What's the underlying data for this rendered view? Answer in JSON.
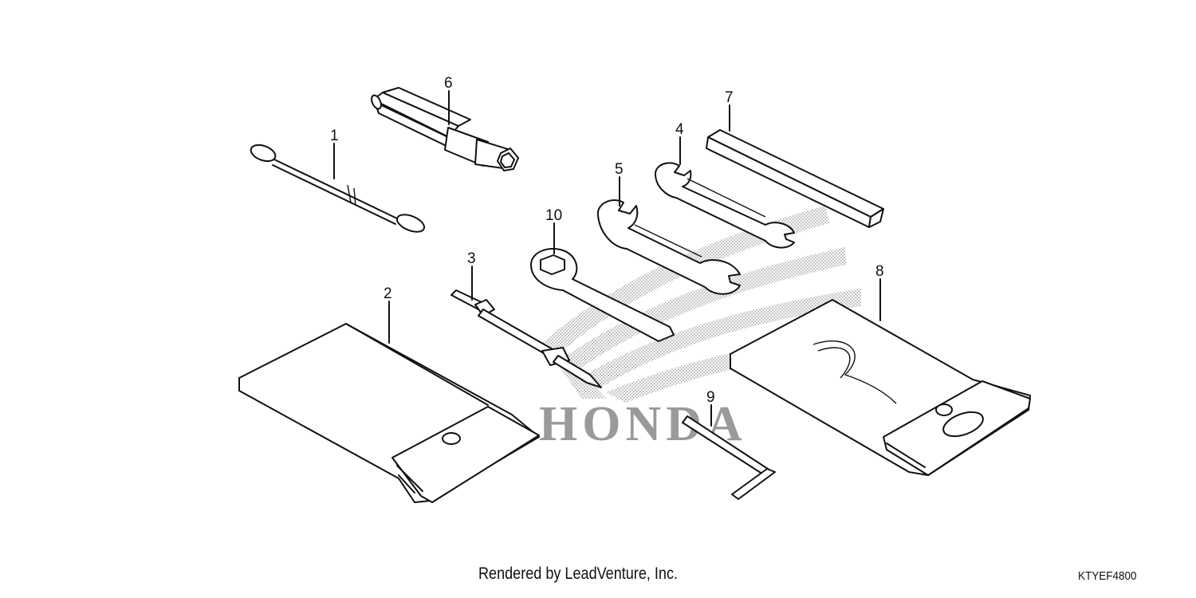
{
  "diagram": {
    "watermark": {
      "text": "HONDA",
      "color": "#9a9a9a"
    },
    "callouts": [
      {
        "id": "1",
        "label": "1"
      },
      {
        "id": "2",
        "label": "2"
      },
      {
        "id": "3",
        "label": "3"
      },
      {
        "id": "4",
        "label": "4"
      },
      {
        "id": "5",
        "label": "5"
      },
      {
        "id": "6",
        "label": "6"
      },
      {
        "id": "7",
        "label": "7"
      },
      {
        "id": "8",
        "label": "8"
      },
      {
        "id": "9",
        "label": "9"
      },
      {
        "id": "10",
        "label": "10"
      }
    ]
  },
  "footer": {
    "credit": "Rendered by LeadVenture, Inc.",
    "code": "KTYEF4800"
  }
}
